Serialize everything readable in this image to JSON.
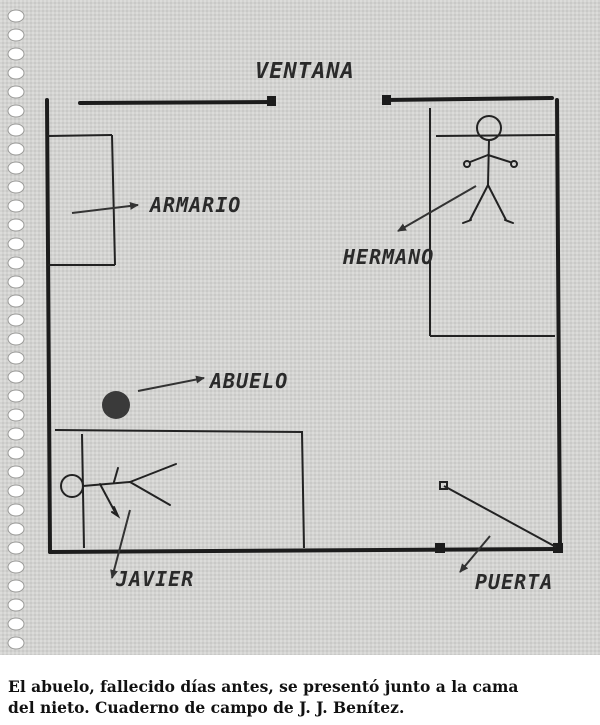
{
  "sketch": {
    "labels": {
      "window": "VENTANA",
      "wardrobe": "ARMARIO",
      "brother": "HERMANO",
      "grandfather": "ABUELO",
      "javier": "JAVIER",
      "door": "PUERTA"
    }
  },
  "caption": {
    "line1": "El abuelo, fallecido días antes, se presentó junto a la cama",
    "line2": "del nieto. Cuaderno de campo de J. J. Benítez."
  }
}
